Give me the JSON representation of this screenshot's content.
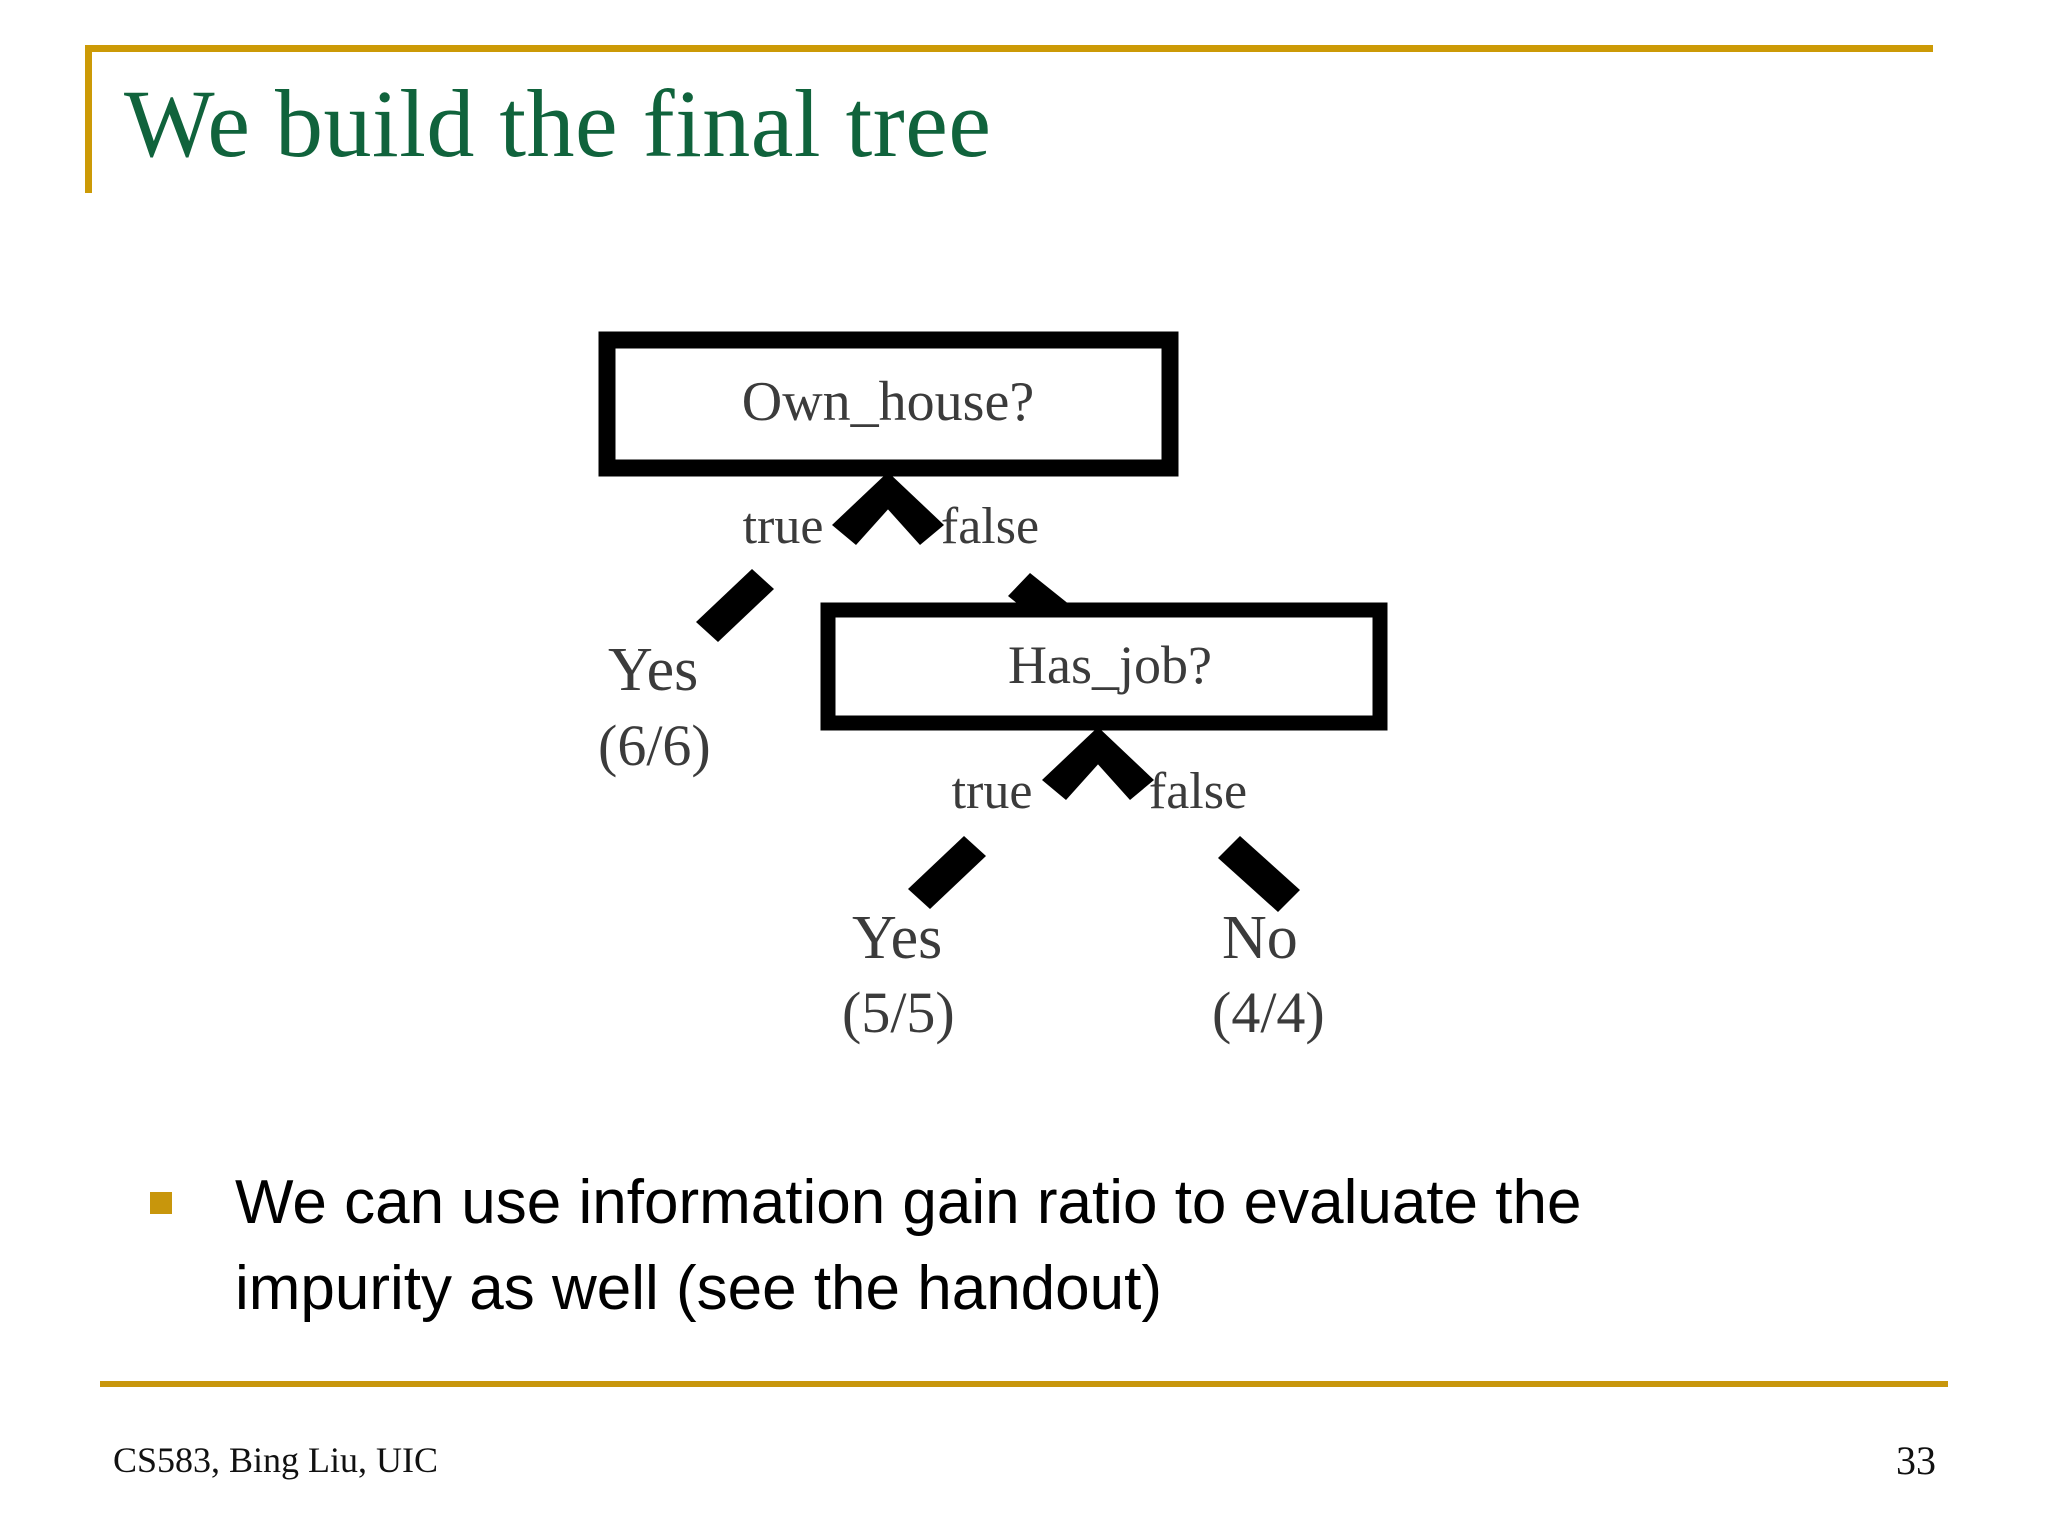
{
  "slide": {
    "title": "We build the final tree",
    "title_color": "#10633C",
    "accent_color": "#C8960C",
    "background": "#ffffff"
  },
  "figure": {
    "name": "decision-tree",
    "nodes": {
      "root": {
        "label": "Own_house?"
      },
      "internal": {
        "label": "Has_job?"
      },
      "leaf_left": {
        "label": "Yes",
        "count": "(6/6)"
      },
      "leaf_mid": {
        "label": "Yes",
        "count": "(5/5)"
      },
      "leaf_right": {
        "label": "No",
        "count": "(4/4)"
      }
    },
    "edges": {
      "root_true": "true",
      "root_false": "false",
      "job_true": "true",
      "job_false": "false"
    }
  },
  "body": {
    "bullets": [
      "We can use information gain ratio to evaluate the impurity as well (see the handout)"
    ]
  },
  "footer": {
    "attribution": "CS583, Bing Liu, UIC",
    "page_number": "33"
  }
}
